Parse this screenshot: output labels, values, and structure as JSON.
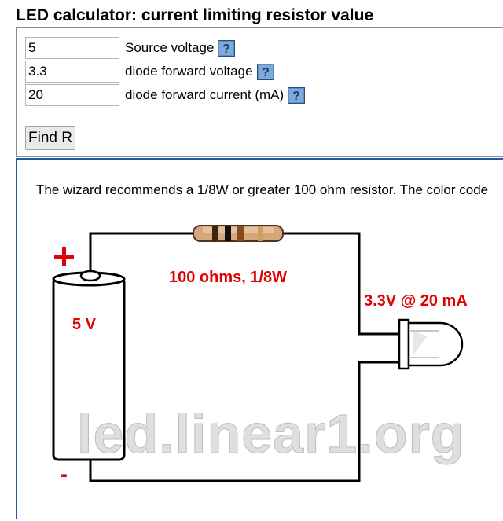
{
  "page": {
    "title": "LED calculator: current limiting resistor value"
  },
  "form": {
    "source_voltage": {
      "value": "5",
      "label": "Source voltage"
    },
    "forward_voltage": {
      "value": "3.3",
      "label": "diode forward voltage"
    },
    "forward_current": {
      "value": "20",
      "label": "diode forward current (mA)"
    },
    "help_icon": "question-mark-help-icon",
    "find_button_label": "Find R"
  },
  "result": {
    "sentence": "The wizard recommends a 1/8W or greater 100 ohm resistor. The color code",
    "circuit": {
      "plus_sign": "+",
      "minus_sign": "-",
      "battery_label": "5 V",
      "resistor_label": "100 ohms, 1/8W",
      "led_label": "3.3V @ 20 mA",
      "watermark": "led.linear1.org",
      "label_color": "#e00000",
      "resistor_band_colors": [
        "#3a2410",
        "#101010",
        "#8a4b1c"
      ]
    }
  }
}
